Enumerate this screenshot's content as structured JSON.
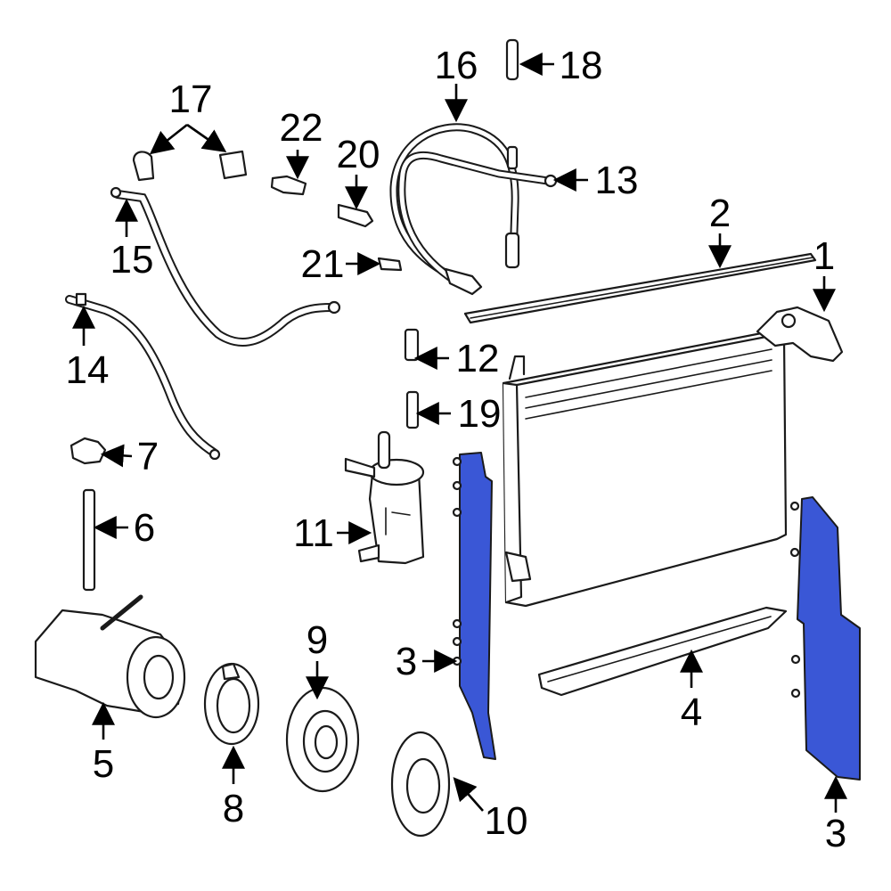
{
  "highlight_color": "#3a57d6",
  "callouts": {
    "c1": "1",
    "c2": "2",
    "c3a": "3",
    "c3b": "3",
    "c4": "4",
    "c5": "5",
    "c6": "6",
    "c7": "7",
    "c8": "8",
    "c9": "9",
    "c10": "10",
    "c11": "11",
    "c12": "12",
    "c13": "13",
    "c14": "14",
    "c15": "15",
    "c16": "16",
    "c17": "17",
    "c18": "18",
    "c19": "19",
    "c20": "20",
    "c21": "21",
    "c22": "22"
  }
}
